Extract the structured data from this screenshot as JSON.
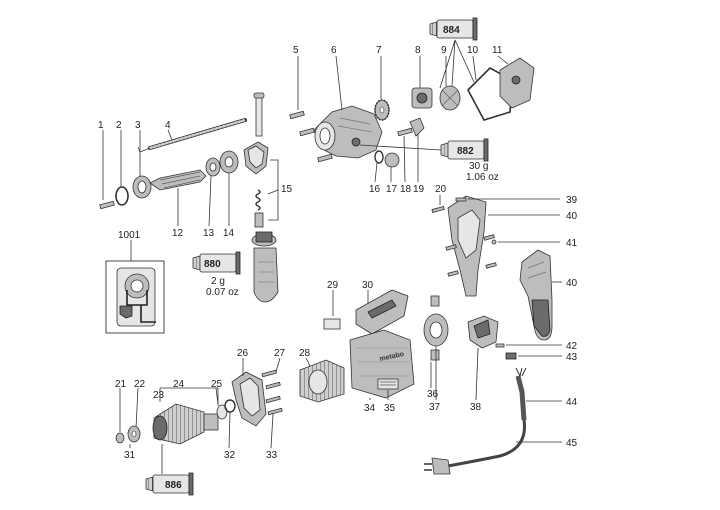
{
  "part_numbers": {
    "p1": "1",
    "p2": "2",
    "p3": "3",
    "p4": "4",
    "p5": "5",
    "p6": "6",
    "p7": "7",
    "p8": "8",
    "p9": "9",
    "p10": "10",
    "p11": "11",
    "p12": "12",
    "p13": "13",
    "p14": "14",
    "p15": "15",
    "p16": "16",
    "p17": "17",
    "p18": "18",
    "p19": "19",
    "p20": "20",
    "p21": "21",
    "p22": "22",
    "p23": "23",
    "p24": "24",
    "p25": "25",
    "p26": "26",
    "p27": "27",
    "p28": "28",
    "p29": "29",
    "p30": "30",
    "p31": "31",
    "p32": "32",
    "p33": "33",
    "p34": "34",
    "p35": "35",
    "p36": "36",
    "p37": "37",
    "p38": "38",
    "p39": "39",
    "p40a": "40",
    "p40b": "40",
    "p41": "41",
    "p42": "42",
    "p43": "43",
    "p44": "44",
    "p45": "45",
    "p1001": "1001"
  },
  "grease_tubes": {
    "t884": {
      "code": "884"
    },
    "t882": {
      "code": "882",
      "amount_g": "30 g",
      "amount_oz": "1.06 oz"
    },
    "t880": {
      "code": "880",
      "amount_g": "2 g",
      "amount_oz": "0.07 oz"
    },
    "t886": {
      "code": "886"
    }
  },
  "brand_mark": "metabo"
}
